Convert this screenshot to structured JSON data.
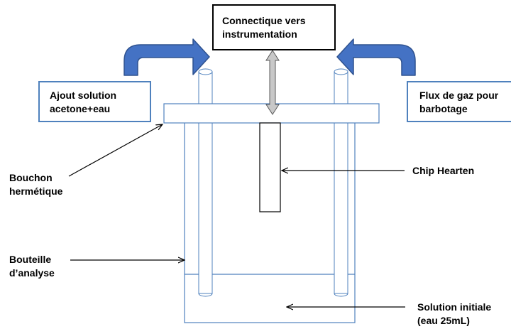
{
  "labels": {
    "connectique": "Connectique vers\ninstrumentation",
    "ajout": "Ajout solution\nacetone+eau",
    "flux": "Flux de gaz pour\nbarbotage",
    "bouchon": "Bouchon\nhermétique",
    "chip": "Chip Hearten",
    "bouteille": "Bouteille\nd’analyse",
    "solution": "Solution initiale\n(eau 25mL)"
  },
  "colors": {
    "outline_blue": "#4f81bd",
    "curved_arrow_fill": "#4472c4",
    "curved_arrow_stroke": "#2f528f",
    "double_arrow_fill": "#c8c8c8",
    "line": "#000000"
  }
}
